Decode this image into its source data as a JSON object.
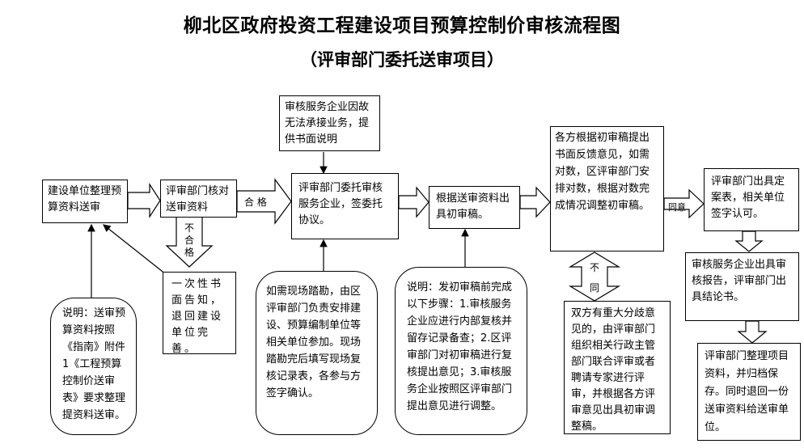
{
  "title": "柳北区政府投资工程建设项目预算控制价审核流程图",
  "subtitle": "（评审部门委托送审项目）",
  "boxes": {
    "b1": "建设单位整理预算资料送审",
    "b2": "评审部门核对送审资料",
    "b3": "审核服务企业因故无法承接业务，提供书面说明",
    "b4": "评审部门委托审核服务企业，签委托协议。",
    "b5": "根据送审资料出具初审稿。",
    "b6": "各方根据初审稿提出书面反馈意见，如需对数，区评审部门安排对数，根据对数完成情况调整初审稿。",
    "b7": "评审部门出具定案表，相关单位签字认可。",
    "b8": "一次性书面告知，退回建设单位完善。",
    "b9": "审核服务企业出具审核报告，评审部门出具结论书。",
    "b10": "双方有重大分歧意见的，由评审部门组织相关行政主管部门联合评审或者聘请专家进行评审，并根据各方评审意见出具初审调整稿。",
    "b11": "评审部门整理项目资料，并归档保存。同时退回一份送审资料给送审单位。"
  },
  "notes": {
    "n1": "说明：送审预算资料按照《指南》附件1《工程预算控制价送审表》要求整理提资料送审。",
    "n2": "如需现场踏勘，由区评审部门负责安排建设、预算编制单位等相关单位参加。现场踏勘完后填写现场复核记录表，各参与方签字确认。",
    "n3": "说明：发初审稿前完成以下步骤：1.审核服务企业应进行内部复核并留存记录备查；2.区评审部门对初审稿进行复核提出意见；3.审核服务企业按照区评审部门提出意见进行调整。"
  },
  "labels": {
    "pass": "合 格",
    "fail": "不合格",
    "agree": "同意",
    "disagree_1": "不",
    "disagree_2": "同"
  }
}
